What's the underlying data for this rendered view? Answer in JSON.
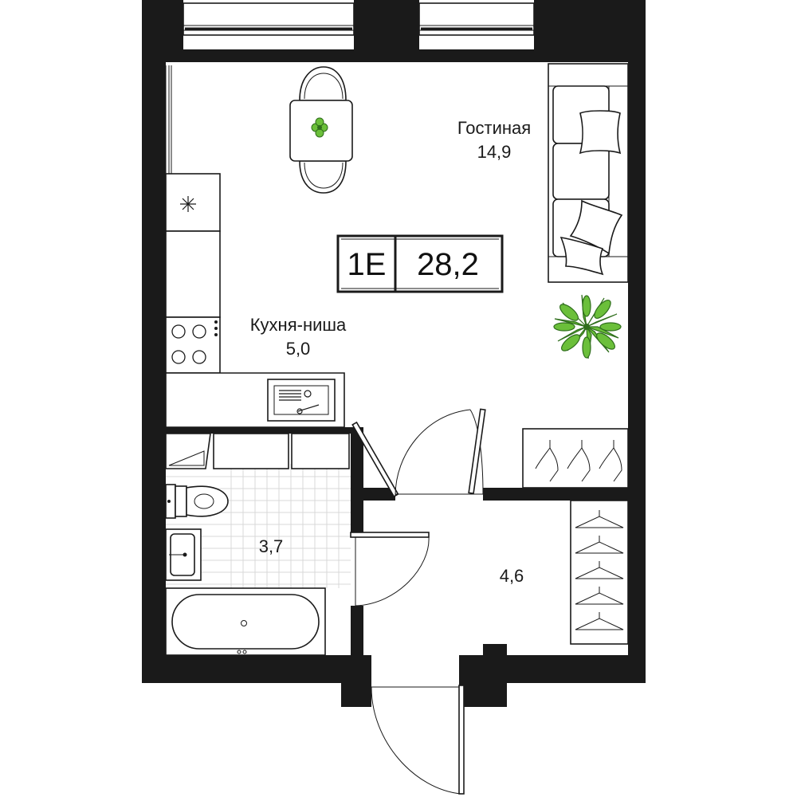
{
  "plan": {
    "unit_code": "1E",
    "total_area": "28,2",
    "rooms": {
      "living": {
        "name": "Гостиная",
        "area": "14,9"
      },
      "kitchen": {
        "name": "Кухня-ниша",
        "area": "5,0"
      },
      "bathroom": {
        "area": "3,7"
      },
      "hallway": {
        "area": "4,6"
      }
    },
    "colors": {
      "wall": "#1a1a1a",
      "plant": "#6bbf3a",
      "plant_dark": "#2f6e1c",
      "tile_grid": "#d9d9d9",
      "background": "#ffffff"
    }
  }
}
